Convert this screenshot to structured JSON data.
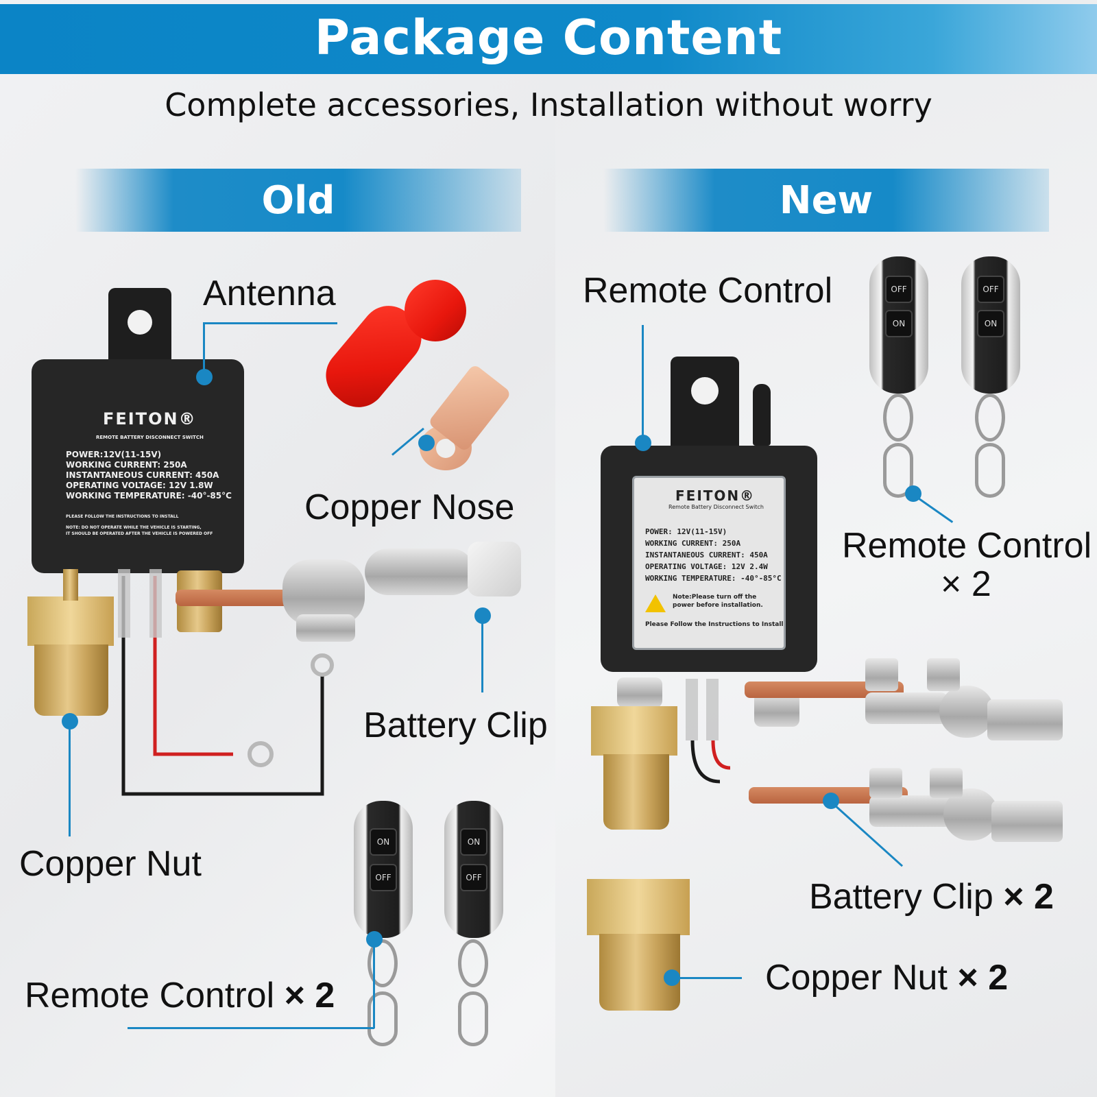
{
  "header": {
    "title": "Package Content",
    "subtitle": "Complete accessories, Installation without worry"
  },
  "sections": {
    "old": {
      "title": "Old"
    },
    "new": {
      "title": "New"
    }
  },
  "old_labels": {
    "antenna": "Antenna",
    "copper_nose": "Copper Nose",
    "battery_clip": "Battery Clip",
    "copper_nut": "Copper Nut",
    "remote_control": "Remote Control",
    "remote_multiplier": "× 2"
  },
  "new_labels": {
    "remote_control_top": "Remote Control",
    "remote_control": "Remote Control",
    "remote_multiplier": "× 2",
    "battery_clip": "Battery Clip",
    "battery_clip_multiplier": "× 2",
    "copper_nut": "Copper Nut",
    "copper_nut_multiplier": "× 2"
  },
  "old_device": {
    "brand": "FEITON®",
    "brand_sub": "REMOTE BATTERY DISCONNECT SWITCH",
    "specs": [
      "POWER:12V(11-15V)",
      "WORKING CURRENT:  250A",
      "INSTANTANEOUS CURRENT: 450A",
      "OPERATING VOLTAGE:   12V 1.8W",
      "WORKING TEMPERATURE: -40°-85°C"
    ],
    "note1": "PLEASE FOLLOW THE INSTRUCTIONS TO INSTALL",
    "note2": "NOTE: DO NOT OPERATE WHILE THE VEHICLE IS STARTING,",
    "note3": "IT SHOULD BE OPERATED AFTER THE VEHICLE IS POWERED OFF"
  },
  "new_device": {
    "brand": "FEITON®",
    "brand_sub": "Remote Battery Disconnect Switch",
    "specs": [
      "POWER: 12V(11-15V)",
      "WORKING CURRENT: 250A",
      "INSTANTANEOUS CURRENT: 450A",
      "OPERATING VOLTAGE: 12V 2.4W",
      "WORKING TEMPERATURE: -40°-85°C"
    ],
    "note": "Note:Please turn off the power before installation.",
    "follow": "Please Follow the Instructions to Install"
  },
  "remote_buttons": {
    "on": "ON",
    "off": "OFF"
  },
  "colors": {
    "accent_blue": "#1a87c3",
    "banner_blue": "#0f89c9",
    "text": "#111111",
    "relay_black": "#262626",
    "copper": "#c87450",
    "brass": "#d9b46a",
    "red_cap": "#e8170d"
  }
}
